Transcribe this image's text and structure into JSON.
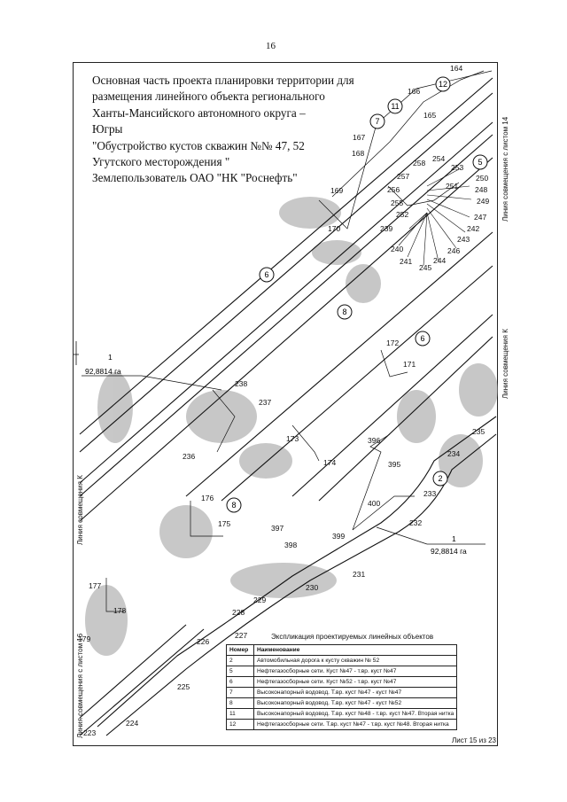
{
  "page_number": "16",
  "title_lines": [
    "Основная часть проекта планировки территории для",
    "размещения линейного объекта регионального",
    "Ханты-Мансийского автономного округа –",
    "Югры",
    "\"Обустройство кустов скважин №№ 47, 52",
    "Угутского месторождения \"",
    "Землепользователь ОАО \"НК \"Роснефть\""
  ],
  "side_labels": {
    "right_top": "Линия совмещения с листом 14",
    "right_mid": "Линия совмещения К",
    "left_mid": "Линия совмещения К",
    "left_bottom": "Линия совмещения с листом 16"
  },
  "area_labels": [
    {
      "prefix": "1",
      "value": "92,8814 га"
    },
    {
      "prefix": "1",
      "value": "92,8814 га"
    }
  ],
  "point_labels": [
    "164",
    "165",
    "166",
    "167",
    "168",
    "169",
    "170",
    "171",
    "172",
    "173",
    "174",
    "175",
    "176",
    "177",
    "178",
    "179",
    "223",
    "224",
    "225",
    "226",
    "227",
    "228",
    "229",
    "230",
    "231",
    "232",
    "233",
    "234",
    "235",
    "236",
    "237",
    "238",
    "239",
    "240",
    "241",
    "242",
    "243",
    "244",
    "245",
    "246",
    "247",
    "248",
    "249",
    "250",
    "251",
    "252",
    "253",
    "254",
    "255",
    "256",
    "257",
    "258",
    "395",
    "396",
    "397",
    "398",
    "399",
    "400"
  ],
  "object_markers": [
    "12",
    "11",
    "7",
    "5",
    "6",
    "8",
    "6",
    "8",
    "2"
  ],
  "legend": {
    "title": "Экспликация проектируемых линейных объектов",
    "headers": [
      "Номер",
      "Наименование"
    ],
    "rows": [
      [
        "2",
        "Автомобильная дорога к кусту скважин № 52"
      ],
      [
        "5",
        "Нефтегазосборные сети. Куст №47 - т.вр. куст №47"
      ],
      [
        "6",
        "Нефтегазосборные сети. Куст №52 - т.вр. куст №47"
      ],
      [
        "7",
        "Высоконапорный водовод. Т.вр. куст №47 - куст №47"
      ],
      [
        "8",
        "Высоконапорный водовод. Т.вр. куст №47 - куст №52"
      ],
      [
        "11",
        "Высоконапорный водовод. Т.вр. куст №48 - т.вр. куст №47. Вторая нитка"
      ],
      [
        "12",
        "Нефтегазосборные сети. Т.вр. куст №47 - т.вр. куст №48. Вторая нитка"
      ]
    ]
  },
  "sheet_footer": "Лист 15 из 23"
}
